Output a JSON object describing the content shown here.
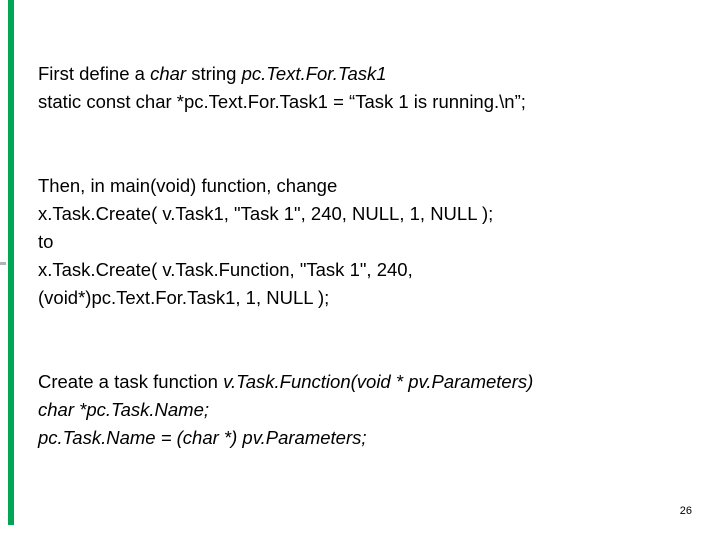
{
  "slide": {
    "accent_color": "#00a651",
    "background_color": "#ffffff",
    "page_number": "26",
    "blocks": [
      {
        "id": "block1",
        "lines": [
          {
            "id": "b1l1",
            "runs": [
              {
                "text": "First define a ",
                "style": "normal"
              },
              {
                "text": "char",
                "style": "italic"
              },
              {
                "text": " string ",
                "style": "normal"
              },
              {
                "text": "pc.Text.For.Task1",
                "style": "italic"
              }
            ]
          },
          {
            "id": "b1l2",
            "runs": [
              {
                "text": "static const char *pc.Text.For.Task1 = “Task 1 is running.\\n”;",
                "style": "normal"
              }
            ]
          }
        ]
      },
      {
        "id": "block2",
        "lines": [
          {
            "id": "b2l1",
            "runs": [
              {
                "text": "Then, in main(void) function, change",
                "style": "normal"
              }
            ]
          },
          {
            "id": "b2l2",
            "runs": [
              {
                "text": "x.Task.Create( v.Task1, \"Task 1\", 240, NULL, 1, NULL );",
                "style": "normal"
              }
            ]
          },
          {
            "id": "b2l3",
            "runs": [
              {
                "text": "to",
                "style": "normal"
              }
            ]
          },
          {
            "id": "b2l4",
            "runs": [
              {
                "text": "x.Task.Create( v.Task.Function, \"Task 1\", 240,",
                "style": "normal"
              }
            ]
          },
          {
            "id": "b2l5",
            "runs": [
              {
                "text": "(void*)pc.Text.For.Task1, 1, NULL );",
                "style": "normal"
              }
            ]
          }
        ]
      },
      {
        "id": "block3",
        "lines": [
          {
            "id": "b3l1",
            "runs": [
              {
                "text": "Create a task function ",
                "style": "normal"
              },
              {
                "text": "v.Task.Function(void * pv.Parameters)",
                "style": "italic"
              }
            ]
          },
          {
            "id": "b3l2",
            "runs": [
              {
                "text": "char *pc.Task.Name;",
                "style": "italic"
              }
            ]
          },
          {
            "id": "b3l3",
            "runs": [
              {
                "text": "pc.Task.Name = (char *) pv.Parameters;",
                "style": "italic"
              }
            ]
          }
        ]
      }
    ]
  }
}
